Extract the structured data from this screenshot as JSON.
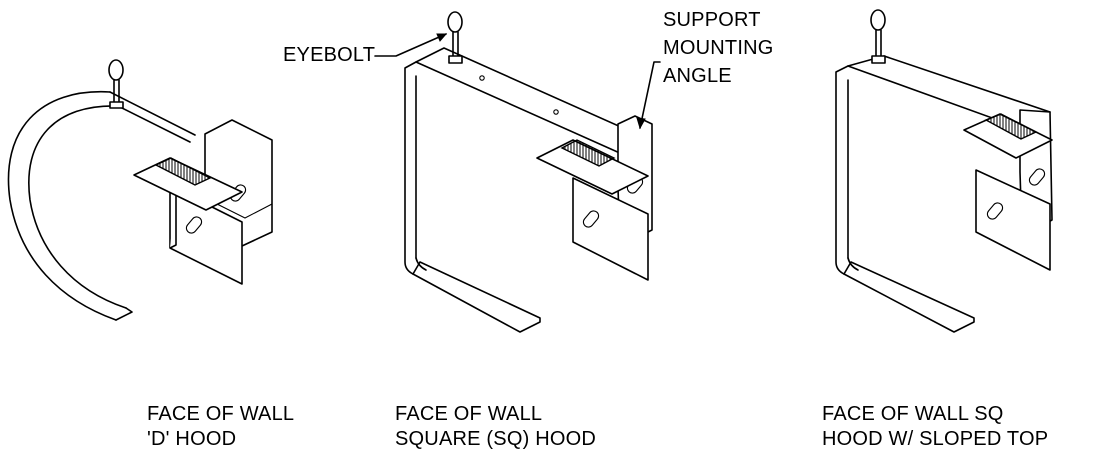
{
  "callouts": {
    "eyebolt": "EYEBOLT",
    "support_line1": "SUPPORT",
    "support_line2": "MOUNTING",
    "support_line3": "ANGLE"
  },
  "captions": {
    "d_hood": {
      "line1": "FACE OF WALL",
      "line2": "'D' HOOD"
    },
    "sq_hood": {
      "line1": "FACE OF WALL",
      "line2": "SQUARE (SQ) HOOD"
    },
    "sloped_hood": {
      "line1": "FACE OF WALL SQ",
      "line2": "HOOD W/ SLOPED TOP"
    }
  },
  "colors": {
    "line": "#000000",
    "background": "#ffffff"
  }
}
